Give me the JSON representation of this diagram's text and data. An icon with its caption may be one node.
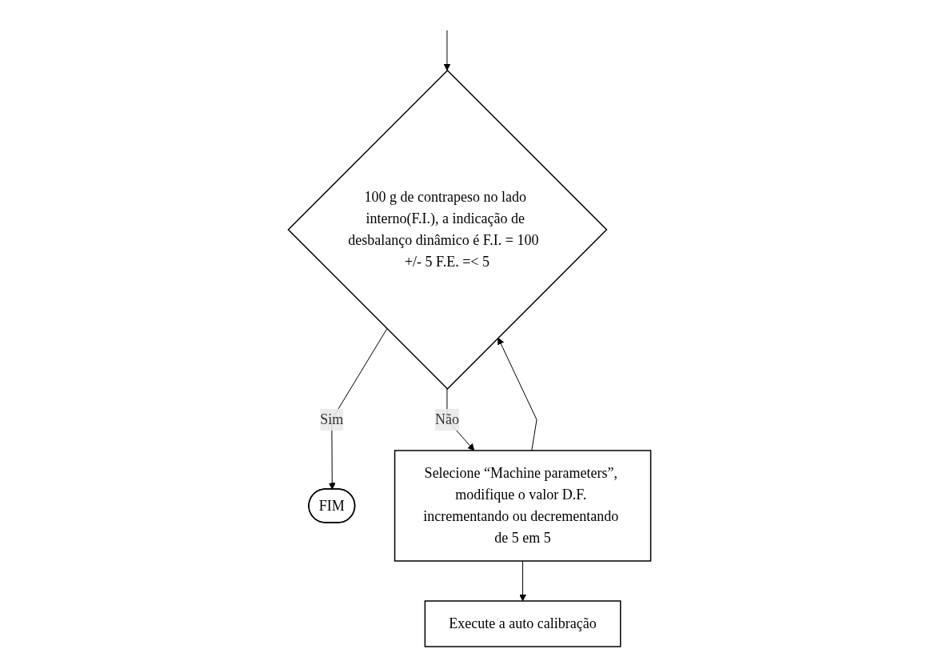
{
  "diagram": {
    "nodes": [
      {
        "text": [
          "100 g de contrapeso no lado interno(F.I.), a indicação de desbalanço dinâmico é F.I. = 100  +/- 5 F.E. =< 5"
        ]
      },
      {
        "text": [
          "FIM"
        ]
      },
      {
        "text": [
          "Selecione “Machine parameters”, modifique o valor D.F. incrementando ou decrementando de 5 em 5"
        ]
      },
      {
        "text": [
          "Execute a auto calibração"
        ]
      }
    ],
    "edges": [
      {
        "from": null,
        "to": 0,
        "arrow": "to"
      },
      {
        "from": 0,
        "to": 1,
        "label": "Sim",
        "arrow": "to"
      },
      {
        "from": 0,
        "to": 2,
        "label": "Não",
        "arrow": "to"
      },
      {
        "from": 2,
        "to": 3,
        "arrow": "to"
      },
      {
        "from": 2,
        "to": 0,
        "arrow": "to"
      }
    ]
  }
}
